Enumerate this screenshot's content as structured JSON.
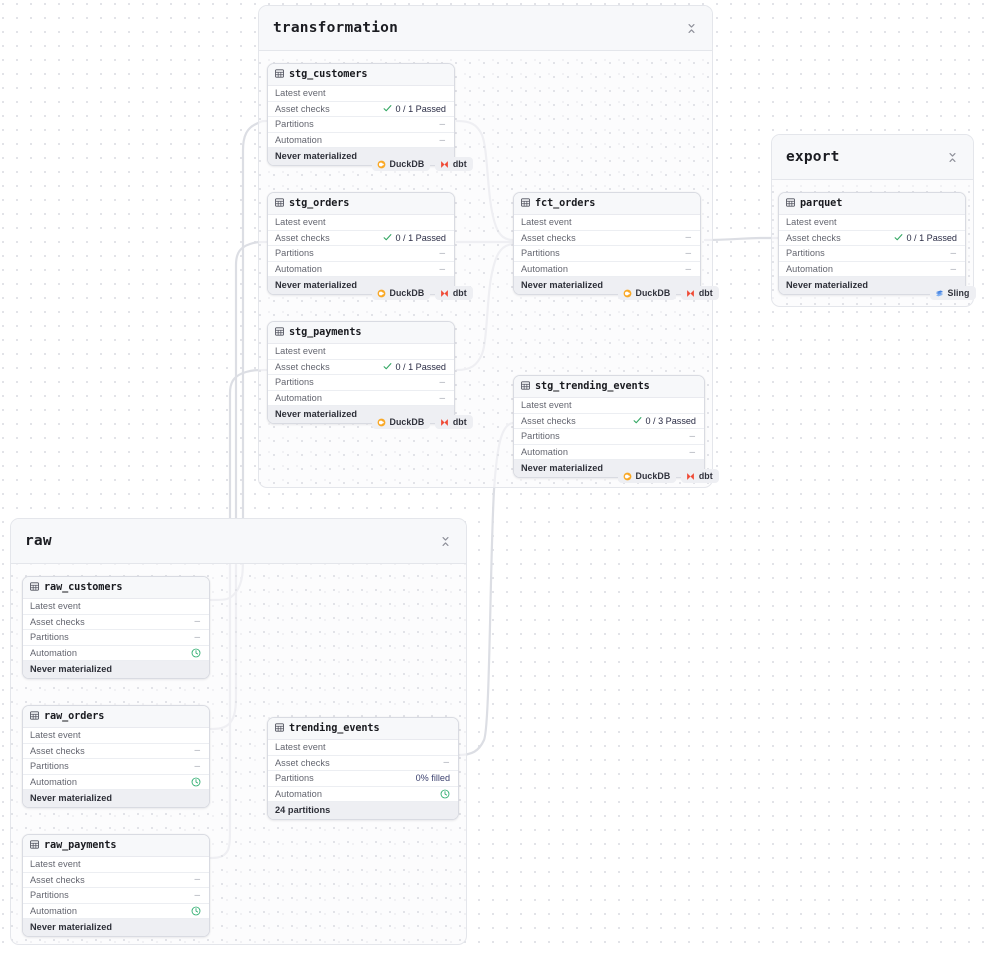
{
  "canvas": {
    "background": "#ffffff",
    "dot_color": "#e2e3e8"
  },
  "colors": {
    "group_border": "#e4e6eb",
    "group_header_bg": "#f7f8fa",
    "node_border": "#d9dbe2",
    "edge": "#dcdee4",
    "check_green": "#35a865",
    "automation_green": "#27ab6b",
    "partition_blue": "#3c4270",
    "duckdb_orange": "#f9a825",
    "dbt_orange": "#ef4a35",
    "sling_blue": "#3f7fe0"
  },
  "groups": [
    {
      "id": "transformation",
      "title": "transformation",
      "collapse_icon": "collapse-icon"
    },
    {
      "id": "export",
      "title": "export",
      "collapse_icon": "collapse-icon"
    },
    {
      "id": "raw",
      "title": "raw",
      "collapse_icon": "collapse-icon"
    }
  ],
  "labels": {
    "latest_event": "Latest event",
    "asset_checks": "Asset checks",
    "partitions": "Partitions",
    "automation": "Automation",
    "dash": "–"
  },
  "nodes": {
    "stg_customers": {
      "title": "stg_customers",
      "latest_event": "",
      "asset_checks": "0 / 1 Passed",
      "partitions": "–",
      "automation": "–",
      "footer": "Never materialized",
      "tags": [
        "DuckDB",
        "dbt"
      ]
    },
    "stg_orders": {
      "title": "stg_orders",
      "latest_event": "",
      "asset_checks": "0 / 1 Passed",
      "partitions": "–",
      "automation": "–",
      "footer": "Never materialized",
      "tags": [
        "DuckDB",
        "dbt"
      ]
    },
    "stg_payments": {
      "title": "stg_payments",
      "latest_event": "",
      "asset_checks": "0 / 1 Passed",
      "partitions": "–",
      "automation": "–",
      "footer": "Never materialized",
      "tags": [
        "DuckDB",
        "dbt"
      ]
    },
    "fct_orders": {
      "title": "fct_orders",
      "latest_event": "",
      "asset_checks": "–",
      "partitions": "–",
      "automation": "–",
      "footer": "Never materialized",
      "tags": [
        "DuckDB",
        "dbt"
      ]
    },
    "stg_trending_events": {
      "title": "stg_trending_events",
      "latest_event": "",
      "asset_checks": "0 / 3 Passed",
      "partitions": "–",
      "automation": "–",
      "footer": "Never materialized",
      "tags": [
        "DuckDB",
        "dbt"
      ]
    },
    "parquet": {
      "title": "parquet",
      "latest_event": "",
      "asset_checks": "0 / 1 Passed",
      "partitions": "–",
      "automation": "–",
      "footer": "Never materialized",
      "tags": [
        "Sling"
      ]
    },
    "raw_customers": {
      "title": "raw_customers",
      "latest_event": "",
      "asset_checks": "–",
      "partitions": "–",
      "automation": "clock-icon",
      "footer": "Never materialized",
      "tags": []
    },
    "raw_orders": {
      "title": "raw_orders",
      "latest_event": "",
      "asset_checks": "–",
      "partitions": "–",
      "automation": "clock-icon",
      "footer": "Never materialized",
      "tags": []
    },
    "raw_payments": {
      "title": "raw_payments",
      "latest_event": "",
      "asset_checks": "–",
      "partitions": "–",
      "automation": "clock-icon",
      "footer": "Never materialized",
      "tags": []
    },
    "trending_events": {
      "title": "trending_events",
      "latest_event": "",
      "asset_checks": "–",
      "partitions": "0% filled",
      "automation": "clock-icon",
      "footer": "24 partitions",
      "tags": []
    }
  },
  "tag_labels": {
    "duckdb": "DuckDB",
    "dbt": "dbt",
    "sling": "Sling"
  }
}
